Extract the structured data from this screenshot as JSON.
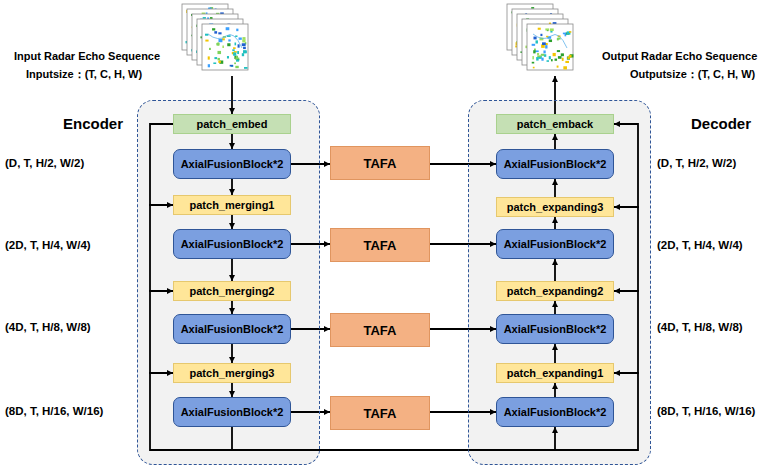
{
  "diagram": {
    "nodes": [
      {
        "text": [
          "Encoder"
        ]
      },
      {
        "text": [
          "patch_embed"
        ],
        "in": 0
      },
      {
        "text": [
          "AxialFusionBlock*2"
        ],
        "in": 0
      },
      {
        "text": [
          "patch_merging1"
        ],
        "in": 0
      },
      {
        "text": [
          "AxialFusionBlock*2"
        ],
        "in": 0
      },
      {
        "text": [
          "patch_merging2"
        ],
        "in": 0
      },
      {
        "text": [
          "AxialFusionBlock*2"
        ],
        "in": 0
      },
      {
        "text": [
          "patch_merging3"
        ],
        "in": 0
      },
      {
        "text": [
          "AxialFusionBlock*2"
        ],
        "in": 0
      },
      {
        "text": [
          "TAFA"
        ]
      },
      {
        "text": [
          "TAFA"
        ]
      },
      {
        "text": [
          "TAFA"
        ]
      },
      {
        "text": [
          "TAFA"
        ]
      },
      {
        "text": [
          "Decoder"
        ]
      },
      {
        "text": [
          "patch_emback"
        ],
        "in": 13
      },
      {
        "text": [
          "AxialFusionBlock*2"
        ],
        "in": 13
      },
      {
        "text": [
          "patch_expanding3"
        ],
        "in": 13
      },
      {
        "text": [
          "AxialFusionBlock*2"
        ],
        "in": 13
      },
      {
        "text": [
          "patch_expanding2"
        ],
        "in": 13
      },
      {
        "text": [
          "AxialFusionBlock*2"
        ],
        "in": 13
      },
      {
        "text": [
          "patch_expanding1"
        ],
        "in": 13
      },
      {
        "text": [
          "AxialFusionBlock*2"
        ],
        "in": 13
      }
    ],
    "edges": [
      {
        "from": 1,
        "to": 2,
        "arrow": "to"
      },
      {
        "from": 2,
        "to": 3,
        "arrow": "to"
      },
      {
        "from": 3,
        "to": 4,
        "arrow": "to"
      },
      {
        "from": 4,
        "to": 5,
        "arrow": "to"
      },
      {
        "from": 5,
        "to": 6,
        "arrow": "to"
      },
      {
        "from": 6,
        "to": 7,
        "arrow": "to"
      },
      {
        "from": 7,
        "to": 8,
        "arrow": "to"
      },
      {
        "from": 1,
        "to": 3,
        "arrow": "to"
      },
      {
        "from": 3,
        "to": 5,
        "arrow": "to"
      },
      {
        "from": 5,
        "to": 7,
        "arrow": "to"
      },
      {
        "from": 2,
        "to": 9,
        "arrow": "to"
      },
      {
        "from": 9,
        "to": 15,
        "arrow": "to"
      },
      {
        "from": 4,
        "to": 10,
        "arrow": "to"
      },
      {
        "from": 10,
        "to": 17,
        "arrow": "to"
      },
      {
        "from": 6,
        "to": 11,
        "arrow": "to"
      },
      {
        "from": 11,
        "to": 19,
        "arrow": "to"
      },
      {
        "from": 8,
        "to": 12,
        "arrow": "to"
      },
      {
        "from": 12,
        "to": 21,
        "arrow": "to"
      },
      {
        "from": 8,
        "to": 21,
        "arrow": "to"
      },
      {
        "from": 21,
        "to": 20,
        "arrow": "to"
      },
      {
        "from": 20,
        "to": 19,
        "arrow": "to"
      },
      {
        "from": 19,
        "to": 18,
        "arrow": "to"
      },
      {
        "from": 18,
        "to": 17,
        "arrow": "to"
      },
      {
        "from": 17,
        "to": 16,
        "arrow": "to"
      },
      {
        "from": 16,
        "to": 15,
        "arrow": "to"
      },
      {
        "from": 15,
        "to": 14,
        "arrow": "to"
      },
      {
        "from": 20,
        "to": 18,
        "arrow": "to"
      },
      {
        "from": 18,
        "to": 16,
        "arrow": "to"
      },
      {
        "from": 16,
        "to": 14,
        "arrow": "to"
      }
    ],
    "labels": [
      "Input Radar Echo Sequence",
      "Inputsize：(T, C, H, W)",
      "Output Radar Echo Sequence",
      "Outputsize：(T, C, H, W)",
      "(D, T, H/2, W/2)",
      "(2D, T, H/4, W/4)",
      "(4D, T, H/8, W/8)",
      "(8D, T, H/16, W/16)",
      "(D, T, H/2, W/2)",
      "(2D, T, H/4, W/4)",
      "(4D, T, H/8, W/8)",
      "(8D, T, H/16, W/16)"
    ]
  }
}
